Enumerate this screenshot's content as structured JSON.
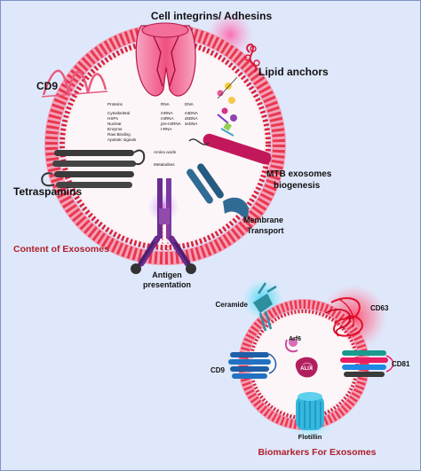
{
  "colors": {
    "background": "#dfe8fb",
    "membrane_pink": "#f4a0b8",
    "membrane_red": "#e8384f",
    "membrane_inner_red": "#d9233c",
    "title_red": "#b01e2a",
    "integrin_pink": "#f06e9a",
    "tetraspanin_dark": "#3a3a3a",
    "antigen_purple": "#6a2c8e",
    "transport_blue": "#2f6b95",
    "mtb_magenta": "#c2185b"
  },
  "exosome": {
    "labels": {
      "integrins": "Cell integrins/ Adhesins",
      "lipid_anchors": "Lipid anchors",
      "cd9": "CD9",
      "tetraspanins": "Tetraspamins",
      "mtb_line1": "MTB exosomes",
      "mtb_line2": "biogenesis",
      "membrane_line1": "Membrane",
      "membrane_line2": "Transport",
      "antigen_line1": "Antigen",
      "antigen_line2": "presentation",
      "content_title": "Content of Exosomes"
    },
    "content": {
      "proteins_header": "Proteins",
      "rna_header": "RNA",
      "dna_header": "DNA",
      "proteins": [
        "Cytoskeletal",
        "HSPs",
        "Nuclear",
        "Enzyme",
        "Raw Binding",
        "Apototic signals"
      ],
      "rna": [
        "mRNA",
        "miRNA",
        "pre-miRNA",
        "t-RNA"
      ],
      "dna": [
        "mtDNA",
        "dsDNA",
        "ssDNA"
      ],
      "amino_acids": "Amino acids",
      "metabolites": "Metabolites"
    }
  },
  "biomarkers": {
    "labels": {
      "ceramide": "Ceramide",
      "cd63": "CD63",
      "arf6": "Arf6",
      "alix": "ALIX",
      "cd9": "CD9",
      "cd81": "CD81",
      "flotillin": "Flotillin",
      "title": "Biomarkers For Exosomes"
    }
  }
}
